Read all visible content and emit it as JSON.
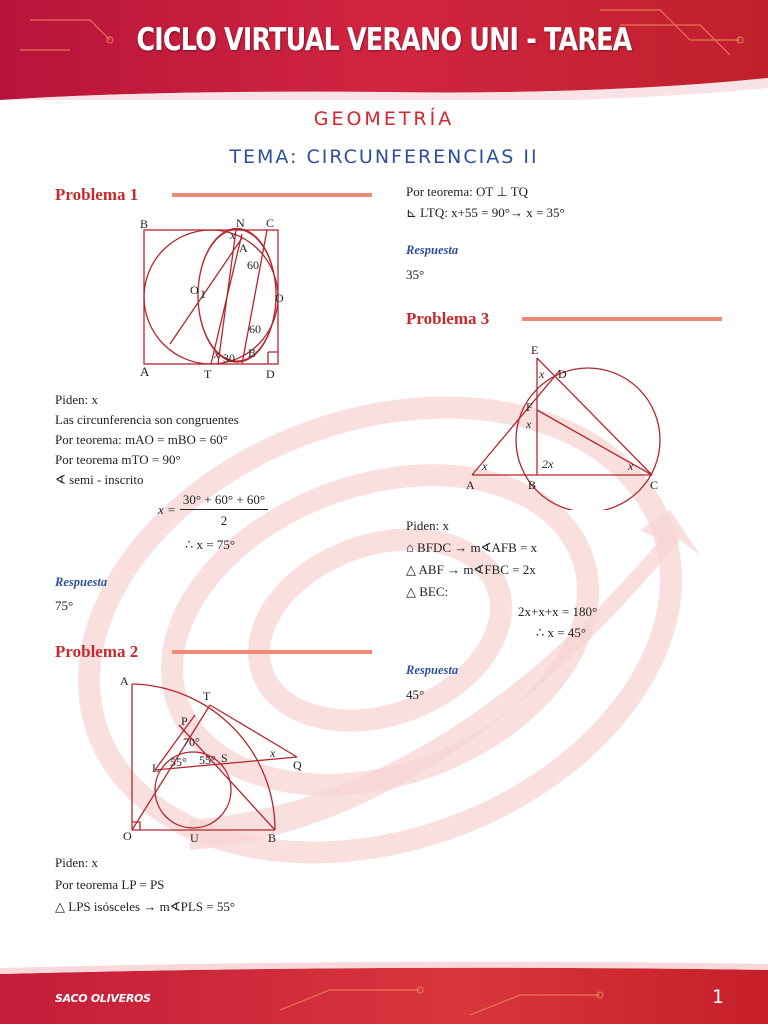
{
  "header": {
    "title": "CICLO VIRTUAL VERANO UNI - TAREA"
  },
  "subject": "GEOMETRÍA",
  "topic": "TEMA: CIRCUNFERENCIAS II",
  "problems": [
    {
      "number": "Problema 1",
      "figure_labels": {
        "B": "B",
        "N": "N",
        "C": "C",
        "A": "A",
        "O1": "O",
        "O1_sub": "1",
        "O": "O",
        "T": "T",
        "D": "D",
        "a60": "60",
        "b60": "60",
        "a30": "30",
        "Bb": "B",
        "x": "x",
        "x2": "x"
      },
      "lines": [
        "Piden: x",
        "Las circunferencia son congruentes",
        "Por teorema: mAO = mBO = 60°",
        "Por teorema mTO = 90°",
        "∢ semi - inscrito"
      ],
      "formula_lhs": "x =",
      "formula_num": "30° + 60° + 60°",
      "formula_den": "2",
      "result": "∴ x = 75°",
      "answer_label": "Respuesta",
      "answer": "75°"
    },
    {
      "number": "Problema 2",
      "figure_labels": {
        "A": "A",
        "T": "T",
        "P": "P",
        "a70": "70°",
        "L": "L",
        "a55a": "55°",
        "a55b": "55°",
        "S": "S",
        "x": "x",
        "Q": "Q",
        "O": "O",
        "U": "U",
        "B": "B"
      },
      "lines": [
        "Piden: x",
        "Por teorema LP = PS",
        "△ LPS isósceles → m∢PLS = 55°"
      ],
      "continued": [
        "Por teorema: OT ⊥ TQ",
        "⊾ LTQ: x+55 = 90°→ x = 35°"
      ],
      "answer_label": "Respuesta",
      "answer": "35°"
    },
    {
      "number": "Problema 3",
      "figure_labels": {
        "E": "E",
        "D": "D",
        "F": "F",
        "x1": "x",
        "x2": "x",
        "A": "A",
        "B": "B",
        "C": "C",
        "xA": "x",
        "twox": "2x",
        "xC": "x"
      },
      "lines": [
        "Piden: x",
        "⌂ BFDC → m∢AFB = x",
        "△ ABF → m∢FBC = 2x",
        "△ BEC:"
      ],
      "eq": "2x+x+x = 180°",
      "result": "∴ x = 45°",
      "answer_label": "Respuesta",
      "answer": "45°"
    }
  ],
  "footer": {
    "brand": "SACO OLIVEROS",
    "page": "1"
  },
  "colors": {
    "header_red": "#c8203a",
    "accent_red": "#d9232d",
    "topic_blue": "#2d4f9e",
    "rule": "#ee8a77"
  }
}
